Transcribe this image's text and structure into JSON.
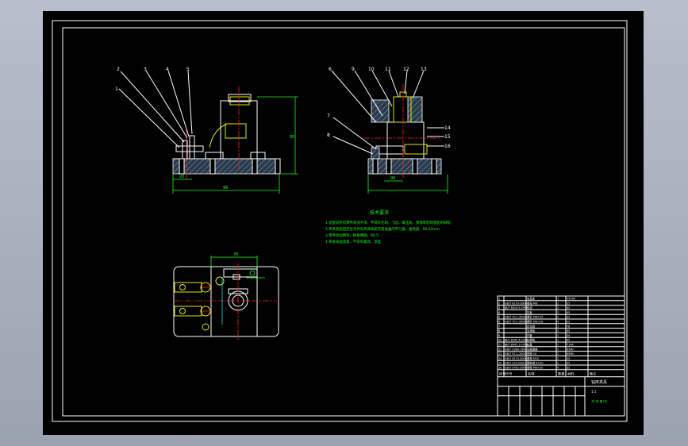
{
  "drawing": {
    "view_front": {
      "balloons": [
        "2",
        "3",
        "4",
        "5",
        "1"
      ],
      "dim_height": "80",
      "dim_width": "96",
      "dim_small": "20"
    },
    "view_side": {
      "balloons_top": [
        "6",
        "9",
        "10",
        "11",
        "12",
        "13"
      ],
      "balloons_left": [
        "7",
        "8"
      ],
      "balloons_right": [
        "14",
        "15",
        "16"
      ],
      "dim_width": "90"
    },
    "view_plan": {
      "dim_width": "76"
    },
    "tech_requirements": {
      "heading": "技术要求",
      "lines": [
        "1.装配前所有零件清洗干净，不得有毛刺、飞边、氧化皮、锈蚀等影响装配的缺陷",
        "2.夹具装配后定位元件对夹具体安装基准面的平行度、垂直度、00.02mm",
        "3.零件锐边倒钝，棱角倒圆，R0.5",
        "4.夹具表面涂漆，不得有漏涂、流挂"
      ]
    },
    "title_block": {
      "bom_rows": [
        [
          "16",
          "GB/T 5782-2000",
          "螺栓 M8×20",
          "4",
          "35",
          ""
        ],
        [
          "15",
          "GB/T 119-2000",
          "圆柱销 6×30",
          "2",
          "35",
          ""
        ],
        [
          "14",
          "GB/T 6170-2000",
          "螺母 M10",
          "2",
          "35",
          ""
        ],
        [
          "13",
          "GB/T 97.1-2002",
          "垫圈 10",
          "2",
          "65Mn",
          ""
        ],
        [
          "12",
          "GB/T 2089-1994",
          "压缩弹簧",
          "2",
          "65Mn",
          ""
        ],
        [
          "11",
          "JB/T 8045.3-1999",
          "钻套",
          "1",
          "T10A",
          ""
        ],
        [
          "10",
          "JB/T 8045.4-1999",
          "钻模板",
          "1",
          "45",
          ""
        ],
        [
          "9",
          "",
          "衬套",
          "1",
          "20",
          ""
        ],
        [
          "8",
          "",
          "支承板",
          "2",
          "45",
          ""
        ],
        [
          "7",
          "",
          "定位销",
          "1",
          "T8",
          ""
        ],
        [
          "6",
          "GB/T 70.1-2000",
          "螺钉 M6×16",
          "4",
          "35",
          ""
        ],
        [
          "5",
          "GB/T 70.1-2000",
          "螺钉 M8×25",
          "2",
          "35",
          ""
        ],
        [
          "4",
          "",
          "压板",
          "2",
          "45",
          ""
        ],
        [
          "3",
          "JB/T 8010.9-1999",
          "支座",
          "2",
          "45",
          ""
        ],
        [
          "2",
          "GB/T 6170-2000",
          "螺母 M8",
          "2",
          "35",
          ""
        ],
        [
          "1",
          "",
          "夹具体",
          "1",
          "HT200",
          ""
        ]
      ],
      "header": [
        "序号",
        "代号",
        "名称",
        "数量",
        "材料",
        "备注"
      ],
      "title": "钻床夹具",
      "scale": "1:1",
      "sheet": "共1张 第1张"
    }
  }
}
